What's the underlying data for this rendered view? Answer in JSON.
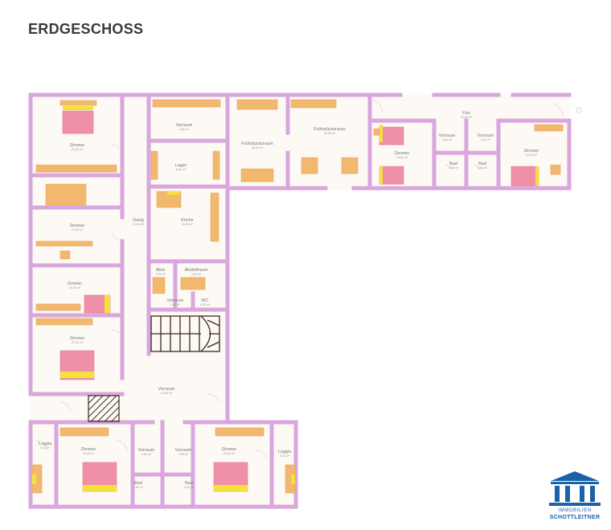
{
  "title": "ERDGESCHOSS",
  "rooms": [
    {
      "label": "Zimmer",
      "area": "22,95 m²"
    },
    {
      "label": "Vorraum",
      "area": "4,50 m²"
    },
    {
      "label": "Frühstücksraum",
      "area": "38,00 m²"
    },
    {
      "label": "Frühstücksraum",
      "area": "36,00 m²"
    },
    {
      "label": "Flur",
      "area": "12,50 m²"
    },
    {
      "label": "Vorraum",
      "area": "2,80 m²"
    },
    {
      "label": "Vorraum",
      "area": "2,80 m²"
    },
    {
      "label": "Zimmer",
      "area": "18,50 m²"
    },
    {
      "label": "Zimmer",
      "area": "19,00 m²"
    },
    {
      "label": "Bad",
      "area": "3,90 m²"
    },
    {
      "label": "Bad",
      "area": "3,90 m²"
    },
    {
      "label": "Lager",
      "area": "6,50 m²"
    },
    {
      "label": "Zimmer",
      "area": "17,95 m²"
    },
    {
      "label": "Gang",
      "area": "21,50 m²"
    },
    {
      "label": "Küche",
      "area": "18,50 m²"
    },
    {
      "label": "Abst.",
      "area": "2,20 m²"
    },
    {
      "label": "Abstellraum",
      "area": "4,60 m²"
    },
    {
      "label": "Zimmer",
      "area": "18,20 m²"
    },
    {
      "label": "Vorraum",
      "area": "3,00 m²"
    },
    {
      "label": "WC",
      "area": "1,50 m²"
    },
    {
      "label": "Zimmer",
      "area": "21,80 m²"
    },
    {
      "label": "Vorraum",
      "area": "15,50 m²"
    },
    {
      "label": "Loggia",
      "area": "5,20 m²"
    },
    {
      "label": "Zimmer",
      "area": "18,50 m²"
    },
    {
      "label": "Vorraum",
      "area": "3,50 m²"
    },
    {
      "label": "Vorraum",
      "area": "3,50 m²"
    },
    {
      "label": "Zimmer",
      "area": "18,50 m²"
    },
    {
      "label": "Loggia",
      "area": "5,20 m²"
    },
    {
      "label": "Bad",
      "area": "4,00 m²"
    },
    {
      "label": "Bad",
      "area": "4,00 m²"
    }
  ],
  "logo": {
    "line1": "IMMOBILIEN",
    "line2": "SCHOTTLEITNER",
    "color": "#1b62a8"
  },
  "colors": {
    "wall": "#d9a6dd",
    "furniture": "#f2b96e",
    "bed": "#f08fa8",
    "accent": "#f4e23a"
  }
}
